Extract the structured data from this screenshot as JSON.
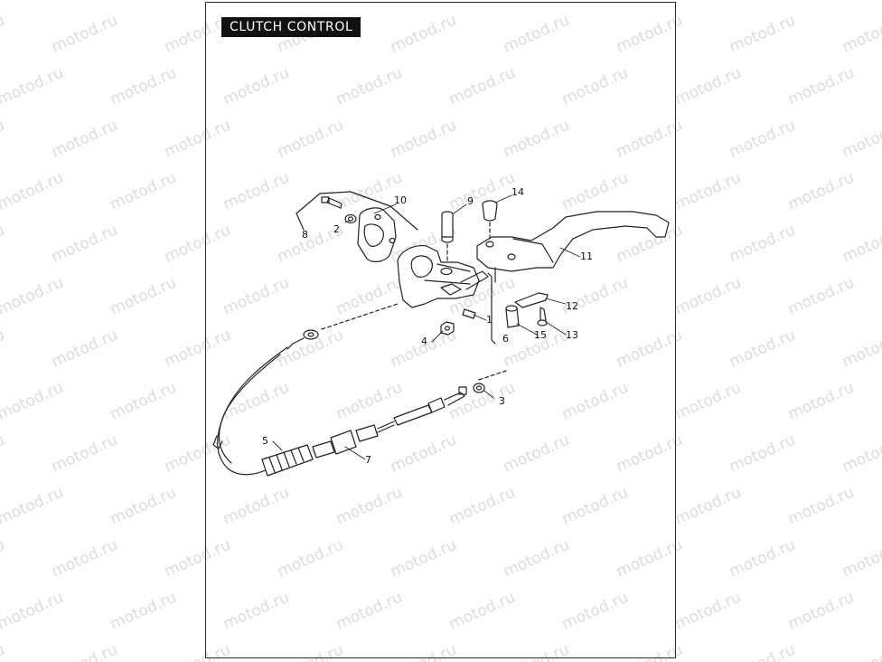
{
  "title": "CLUTCH CONTROL",
  "watermark": "motod.ru",
  "colors": {
    "title_bg": "#111111",
    "title_text": "#ffffff",
    "line": "#222222",
    "watermark": "#dcdcdc"
  },
  "callouts": {
    "c1": "1",
    "c2": "2",
    "c3": "3",
    "c4": "4",
    "c5": "5",
    "c6": "6",
    "c7": "7",
    "c8": "8",
    "c9": "9",
    "c10": "10",
    "c11": "11",
    "c12": "12",
    "c13": "13",
    "c14": "14",
    "c15": "15"
  }
}
